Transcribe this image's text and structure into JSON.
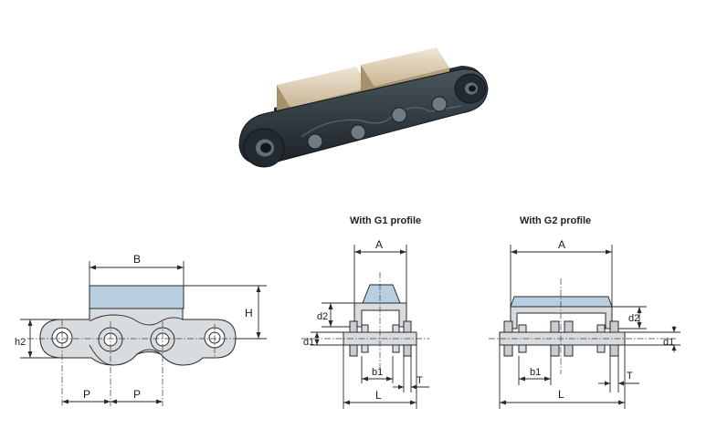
{
  "photo": {
    "image_name": "chain-with-rubber-pads-photo"
  },
  "side_view": {
    "labels": {
      "B": "B",
      "H": "H",
      "h2": "h2",
      "P1": "P",
      "P2": "P"
    }
  },
  "g1_view": {
    "caption": "With G1 profile",
    "labels": {
      "A": "A",
      "d2": "d2",
      "d1": "d1",
      "b1": "b1",
      "T": "T",
      "L": "L"
    }
  },
  "g2_view": {
    "caption": "With G2 profile",
    "labels": {
      "A": "A",
      "d2": "d2",
      "d1": "d1",
      "b1": "b1",
      "T": "T",
      "L": "L"
    }
  },
  "colors": {
    "pad": "#b7cfe0",
    "plate": "#d9dcdf",
    "chain_dark": "#2b333a",
    "rubber": "#c9b496"
  }
}
